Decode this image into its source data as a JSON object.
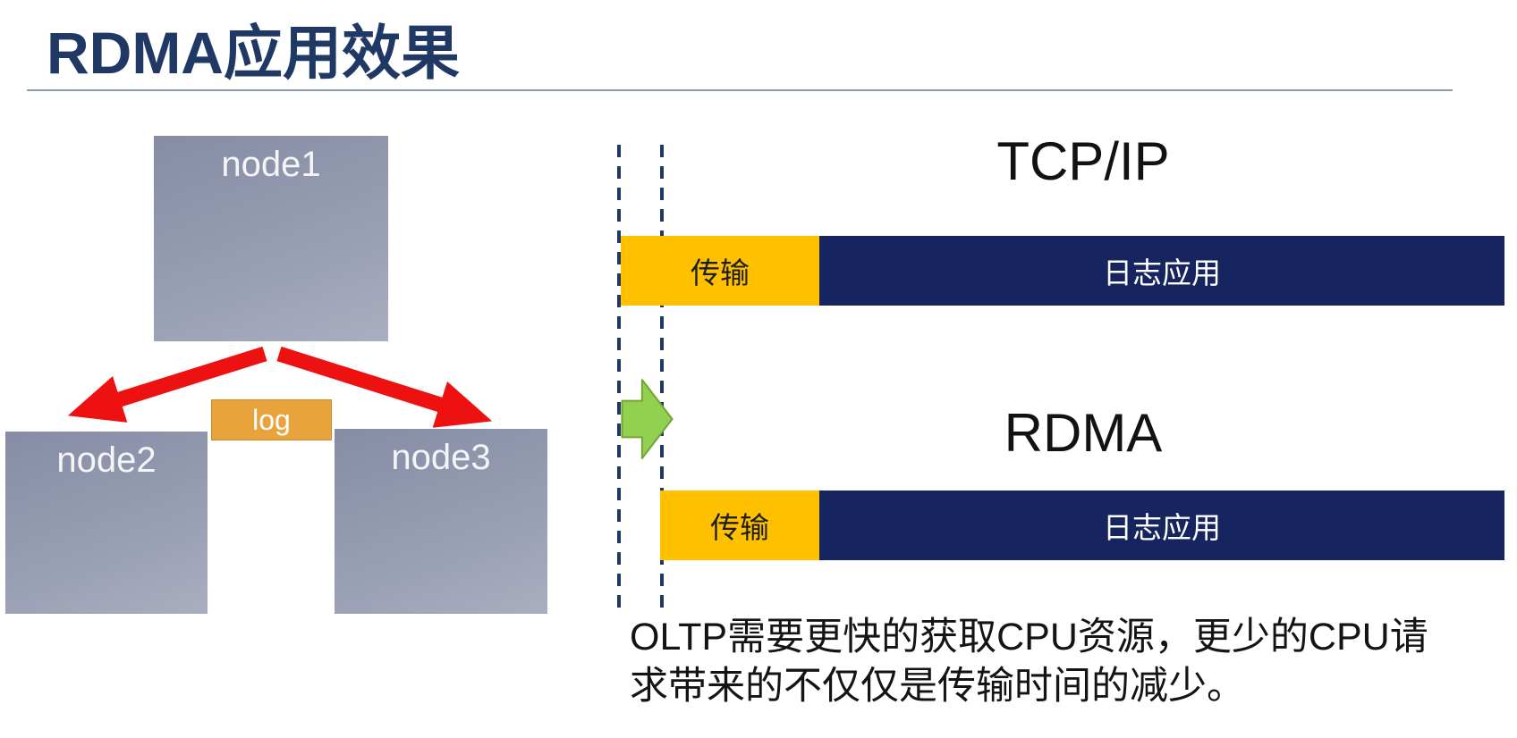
{
  "slide": {
    "title": "RDMA应用效果",
    "caption_line1": "OLTP需要更快的获取CPU资源，更少的CPU请",
    "caption_line2": "求带来的不仅仅是传输时间的减少。"
  },
  "cluster": {
    "node1_label": "node1",
    "node2_label": "node2",
    "node3_label": "node3",
    "log_label": "log"
  },
  "comparison": {
    "tcp": {
      "heading": "TCP/IP",
      "transfer_label": "传输",
      "app_label": "日志应用"
    },
    "rdma": {
      "heading": "RDMA",
      "transfer_label": "传输",
      "app_label": "日志应用"
    }
  },
  "colors": {
    "title_navy": "#203864",
    "bar_orange": "#FFC000",
    "bar_navy": "#16245F",
    "node_gray_blue": "#9097AD",
    "log_orange": "#E9A33C",
    "arrow_red": "#EE1111",
    "arrow_green": "#92D050",
    "dashed_navy": "#1F3864"
  }
}
